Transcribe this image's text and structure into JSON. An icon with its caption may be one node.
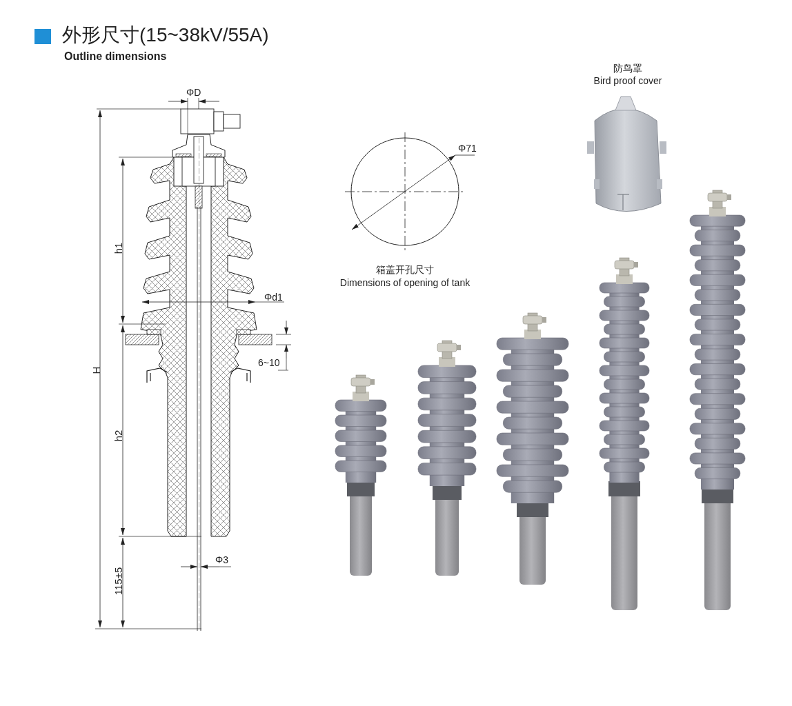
{
  "diagram": {
    "title": "外形尺寸(15~38kV/55A)",
    "labels": [
      "Outline dimensions",
      "ΦD",
      "h1",
      "H",
      "Φd1",
      "6~10",
      "h2",
      "Φ3",
      "115±5",
      "Φ71",
      "箱盖开孔尺寸",
      "Dimensions of opening of tank",
      "防鸟罩",
      "Bird proof cover"
    ]
  }
}
